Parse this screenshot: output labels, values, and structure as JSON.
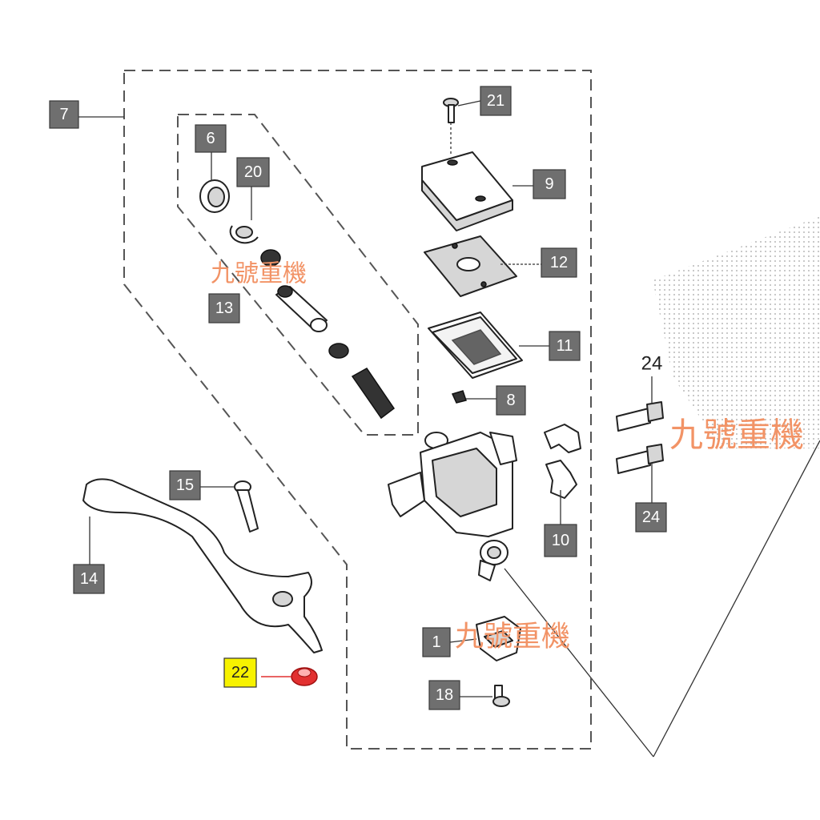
{
  "callouts": {
    "c1": "1",
    "c6": "6",
    "c7": "7",
    "c8": "8",
    "c9": "9",
    "c10": "10",
    "c11": "11",
    "c12": "12",
    "c13": "13",
    "c14": "14",
    "c15": "15",
    "c18": "18",
    "c20": "20",
    "c21": "21",
    "c22": "22",
    "c24a": "24",
    "c24b": "24"
  },
  "watermark": "九號重機",
  "colors": {
    "callout_fill": "#6f6f6f",
    "highlight_fill": "#f7f200",
    "highlight_part": "#e23030",
    "watermark": "#f29366"
  }
}
